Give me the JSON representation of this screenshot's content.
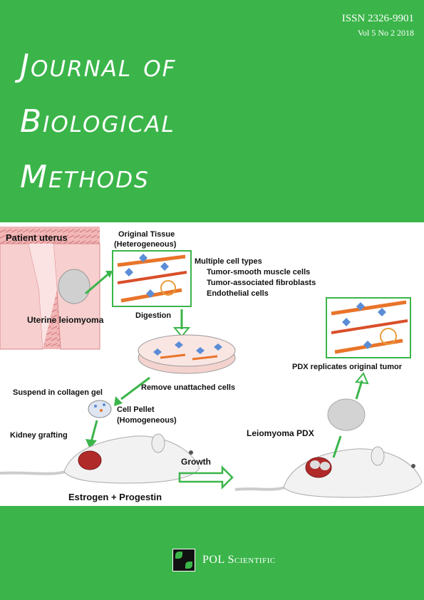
{
  "header": {
    "issn": "ISSN 2326-9901",
    "volume": "Vol 5  No 2  2018"
  },
  "title": {
    "line1": "Journal of",
    "line2": "Biological",
    "line3": "Methods"
  },
  "figure": {
    "patient_uterus": "Patient uterus",
    "uterine_leiomyoma": "Uterine leiomyoma",
    "original_tissue": "Original Tissue",
    "heterogeneous": "(Heterogeneous)",
    "multiple_cell_types": "Multiple cell types",
    "cell_type_1": "Tumor-smooth muscle cells",
    "cell_type_2": "Tumor-associated fibroblasts",
    "cell_type_3": "Endothelial cells",
    "digestion": "Digestion",
    "remove_unattached": "Remove unattached cells",
    "suspend": "Suspend in collagen gel",
    "cell_pellet": "Cell Pellet",
    "homogeneous": "(Homogeneous)",
    "kidney_grafting": "Kidney grafting",
    "growth": "Growth",
    "hormones": "Estrogen + Progestin",
    "leiomyoma_pdx": "Leiomyoma PDX",
    "pdx_replicates": "PDX replicates original tumor"
  },
  "footer": {
    "publisher": "POL Scientific"
  },
  "colors": {
    "background": "#3bb54a",
    "arrow": "#3bb54a"
  }
}
